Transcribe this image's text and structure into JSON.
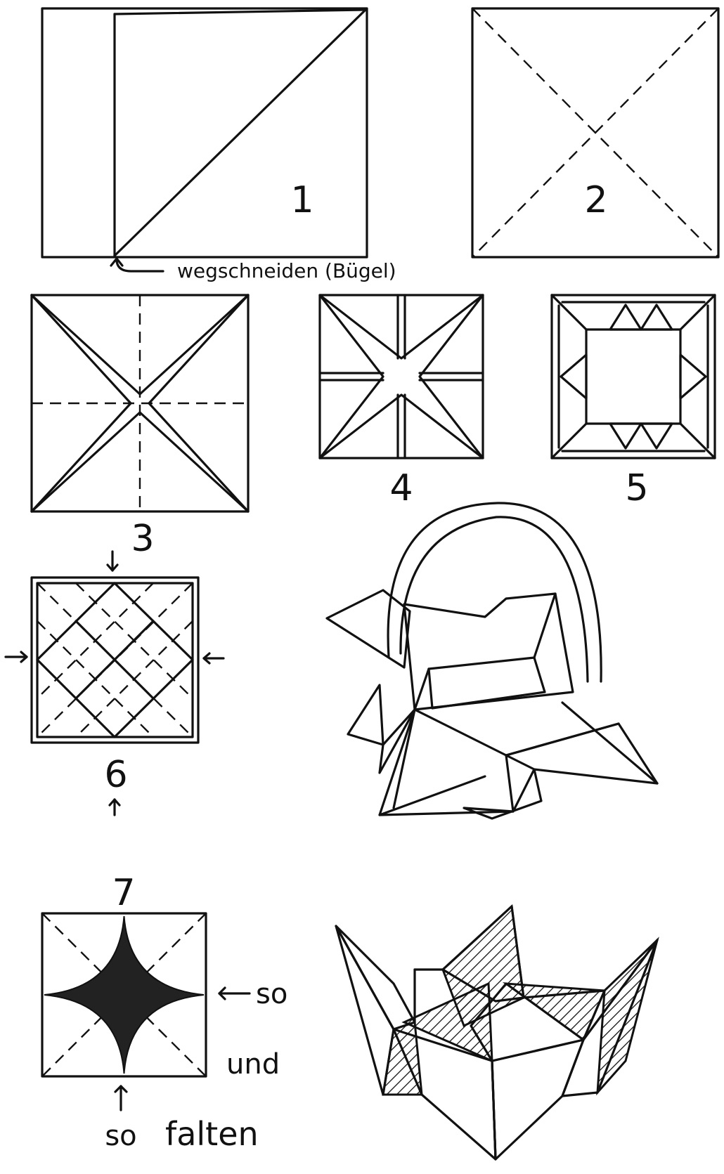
{
  "steps": [
    {
      "number": "1"
    },
    {
      "number": "2"
    },
    {
      "number": "3"
    },
    {
      "number": "4"
    },
    {
      "number": "5"
    },
    {
      "number": "6"
    },
    {
      "number": "7"
    }
  ],
  "captions": {
    "cut_note": "wegschneiden (Bügel)",
    "so_side": "so",
    "und": "und",
    "so_bottom": "so",
    "falten": "falten"
  },
  "colors": {
    "ink": "#111111",
    "paper": "#ffffff"
  }
}
